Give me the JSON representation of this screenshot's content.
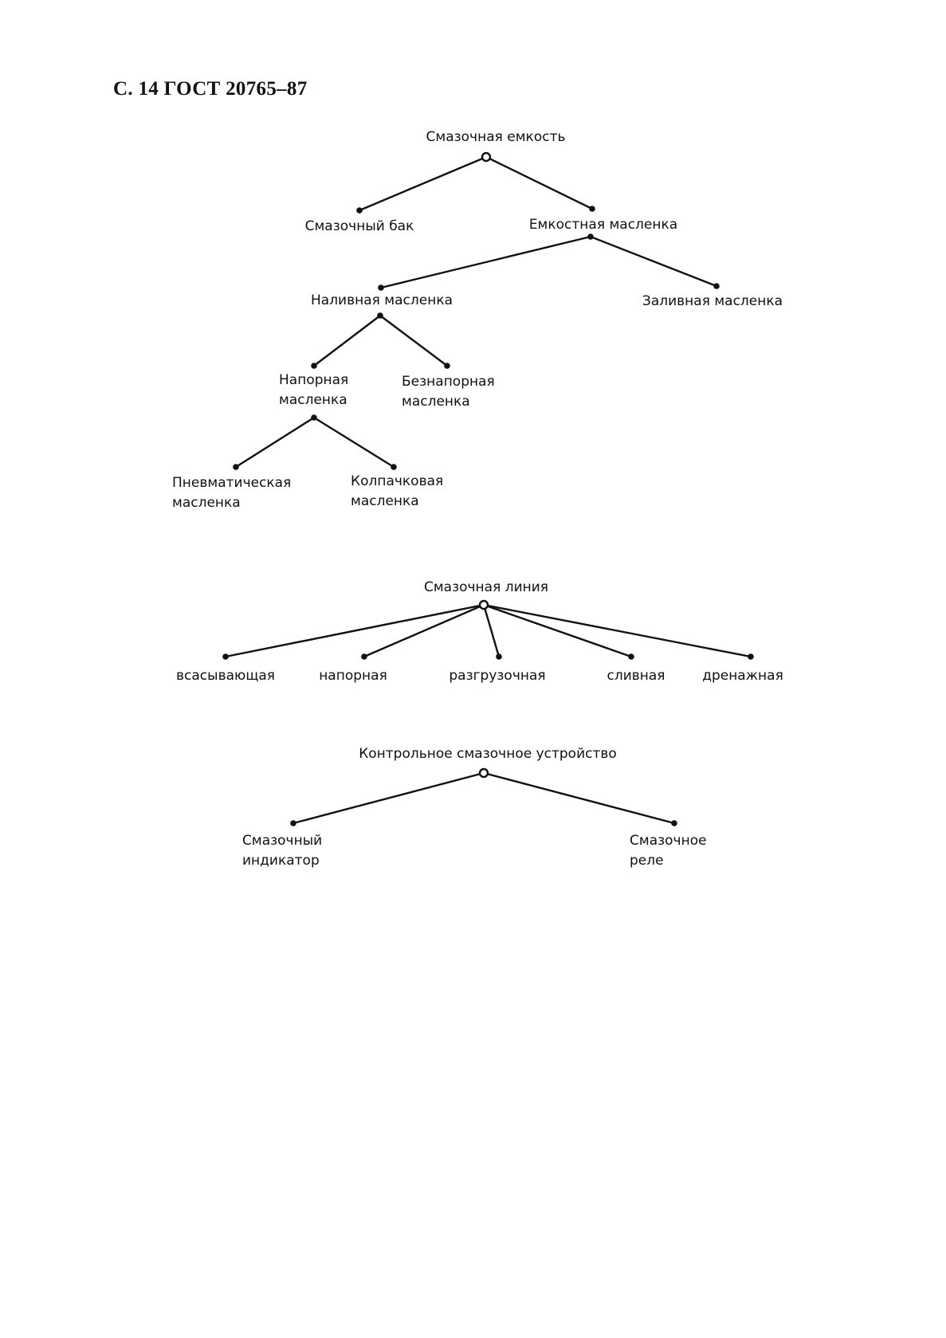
{
  "header": "С. 14 ГОСТ 20765–87",
  "trees": {
    "reservoir": {
      "root": "Смазочная емкость",
      "tank": "Смазочный бак",
      "capacity_oiler": "Емкостная масленка",
      "fill_oiler": "Наливная масленка",
      "pour_oiler": "Заливная масленка",
      "pressure_oiler": [
        "Напорная",
        "масленка"
      ],
      "nonpressure_oiler": [
        "Безнапорная",
        "масленка"
      ],
      "pneumatic_oiler": [
        "Пневматическая",
        "масленка"
      ],
      "cap_oiler": [
        "Колпачковая",
        "масленка"
      ]
    },
    "line": {
      "root": "Смазочная линия",
      "branches": [
        "всасывающая",
        "напорная",
        "разгрузочная",
        "сливная",
        "дренажная"
      ]
    },
    "control": {
      "root": "Контрольное смазочное устройство",
      "indicator": [
        "Смазочный",
        "индикатор"
      ],
      "relay": [
        "Смазочное",
        "реле"
      ]
    }
  }
}
